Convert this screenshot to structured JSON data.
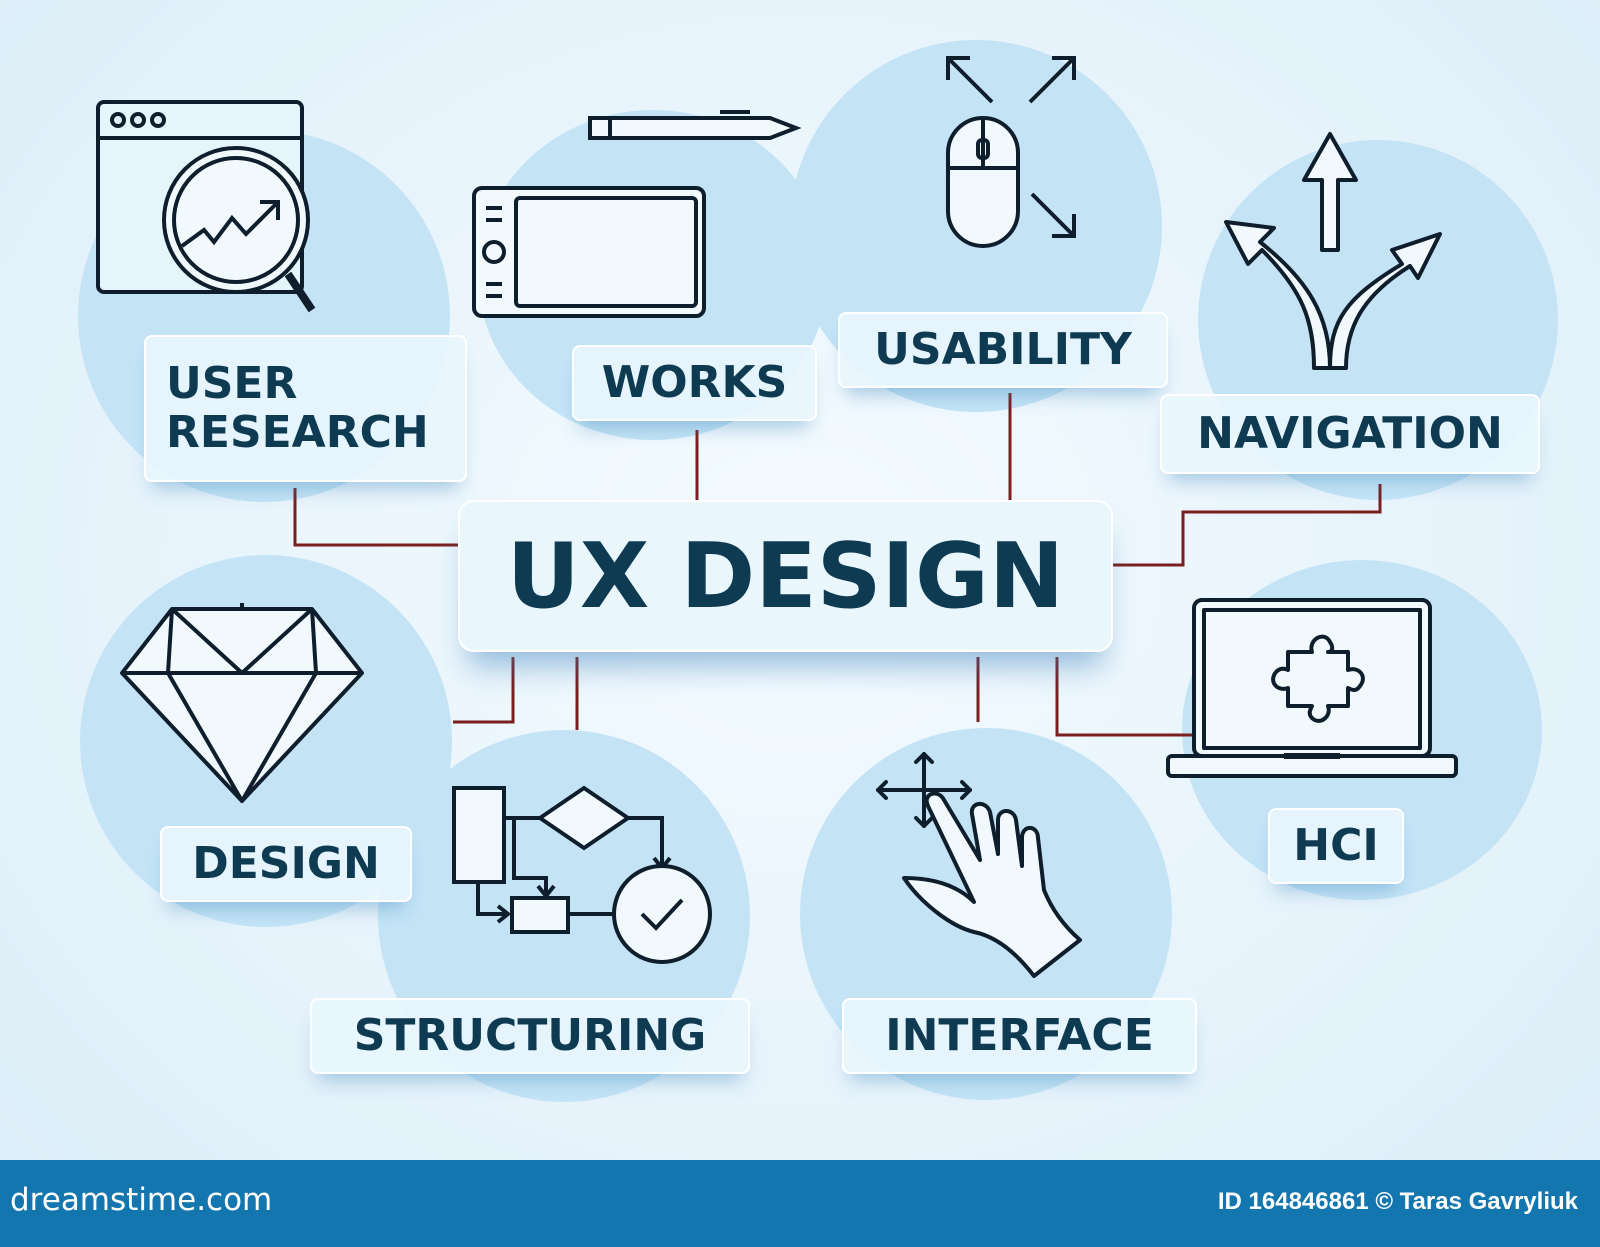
{
  "diagram": {
    "center": "UX DESIGN",
    "nodes": {
      "user_research": "USER\nRESEARCH",
      "works": "WORKS",
      "usability": "USABILITY",
      "navigation": "NAVIGATION",
      "design": "DESIGN",
      "structuring": "STRUCTURING",
      "interface": "INTERFACE",
      "hci": "HCI"
    },
    "icons": {
      "user_research": "browser-magnifier-chart-icon",
      "works": "graphics-tablet-pen-icon",
      "usability": "mouse-expand-arrows-icon",
      "navigation": "three-way-arrows-icon",
      "design": "diamond-icon",
      "structuring": "flowchart-icon",
      "interface": "hand-touch-gesture-icon",
      "hci": "laptop-puzzle-icon"
    },
    "colors": {
      "bubble": "#c4e4f6",
      "text": "#0e3a52",
      "connector": "#7a1f1f",
      "footer": "#1476ae"
    }
  },
  "footer": {
    "brand": "dreamstime.com",
    "credit": "ID 164846861 © Taras Gavryliuk"
  }
}
